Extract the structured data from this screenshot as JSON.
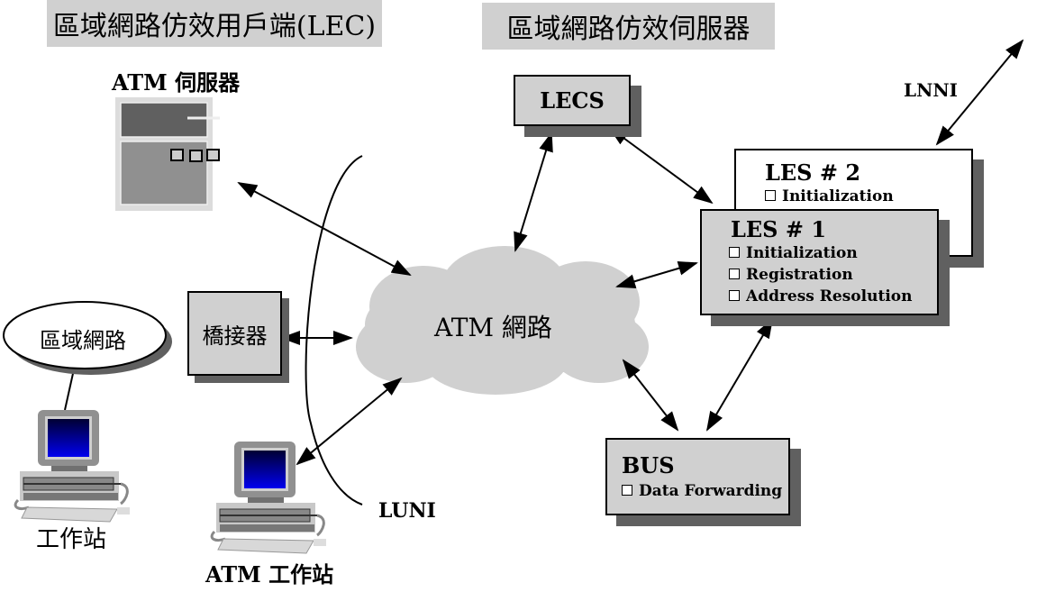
{
  "titles": {
    "lec": "區域網路仿效用戶端(LEC)",
    "server": "區域網路仿效伺服器"
  },
  "atm_server": {
    "label": "ATM 伺服器"
  },
  "lecs": {
    "label": "LECS"
  },
  "lnni": {
    "label": "LNNI"
  },
  "les2": {
    "label": "LES # 2",
    "items": [
      "Initialization"
    ]
  },
  "les1": {
    "label": "LES # 1",
    "items": [
      "Initialization",
      "Registration",
      "Address Resolution"
    ]
  },
  "cloud": {
    "label": "ATM 網路"
  },
  "bridge": {
    "label": "橋接器"
  },
  "lan": {
    "label": "區域網路"
  },
  "workstation": {
    "label": "工作站"
  },
  "atm_workstation": {
    "label": "ATM 工作站"
  },
  "luni": {
    "label": "LUNI"
  },
  "bus": {
    "label": "BUS",
    "items": [
      "Data Forwarding"
    ]
  }
}
